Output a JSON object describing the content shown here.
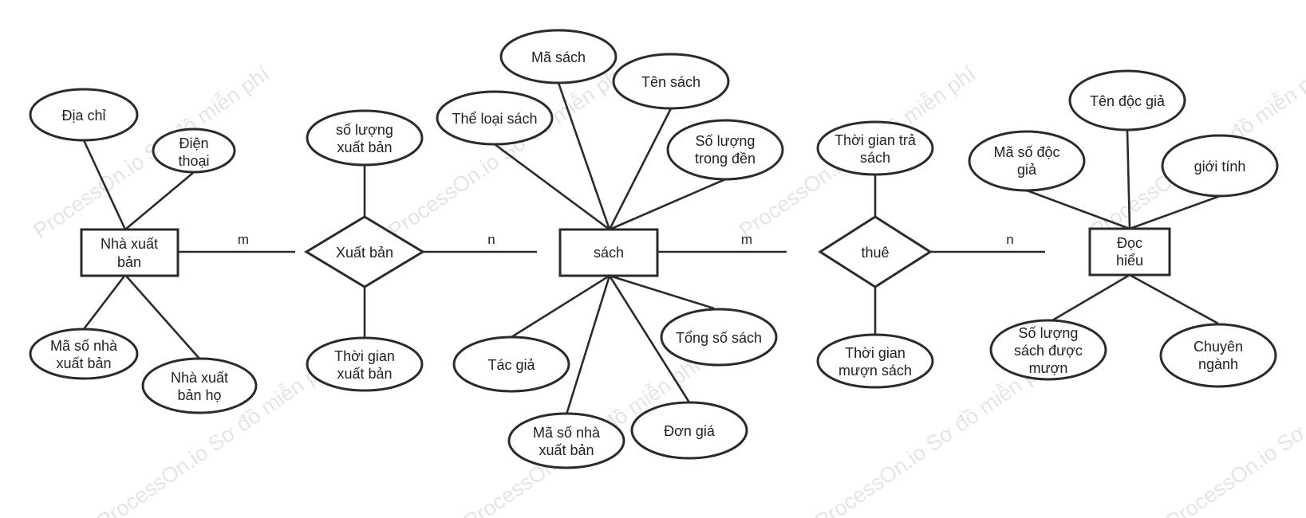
{
  "entities": {
    "publisher": [
      "Nhà xuất",
      "bản"
    ],
    "book": [
      "sách"
    ],
    "reader": [
      "Đọc",
      "hiểu"
    ]
  },
  "relationships": {
    "publish": [
      "Xuất bản"
    ],
    "rent": [
      "thuê"
    ]
  },
  "attributes": {
    "publisher_address": [
      "Địa chỉ"
    ],
    "publisher_phone": [
      "Điện",
      "thoại"
    ],
    "publisher_id": [
      "Mã số nhà",
      "xuất bản"
    ],
    "publisher_surname": [
      "Nhà xuất",
      "bản họ"
    ],
    "publish_quantity": [
      "số lượng",
      "xuất bản"
    ],
    "publish_time": [
      "Thời gian",
      "xuất bản"
    ],
    "book_id": [
      "Mã sách"
    ],
    "book_name": [
      "Tên sách"
    ],
    "book_genre": [
      "Thể loại sách"
    ],
    "book_quantity_temple": [
      "Số lượng",
      "trong đền"
    ],
    "book_author": [
      "Tác giả"
    ],
    "book_total": [
      "Tổng số sách"
    ],
    "book_publisher_id": [
      "Mã số nhà",
      "xuất bản"
    ],
    "book_price": [
      "Đơn giá"
    ],
    "rent_return_time": [
      "Thời gian trả",
      "sách"
    ],
    "rent_borrow_time": [
      "Thời gian",
      "mượn sách"
    ],
    "reader_id": [
      "Mã số độc",
      "giả"
    ],
    "reader_name": [
      "Tên độc giả"
    ],
    "reader_gender": [
      "giới tính"
    ],
    "reader_borrow_count": [
      "Số lượng",
      "sách được",
      "mượn"
    ],
    "reader_major": [
      "Chuyên",
      "ngành"
    ]
  },
  "cardinalities": {
    "publisher_publish": "m",
    "publish_book": "n",
    "book_rent": "m",
    "rent_reader": "n"
  },
  "watermark": "ProcessOn.io Sơ đồ miễn phí"
}
